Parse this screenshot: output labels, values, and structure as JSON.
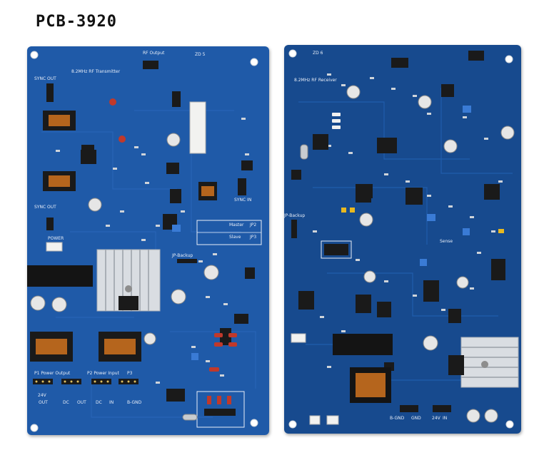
{
  "title": "PCB-3920",
  "colors": {
    "board": "#1f5aa8",
    "board_dark": "#174a8e",
    "silk": "#e8eef8",
    "smd": "#cfd4da",
    "chip": "#1a1a1a",
    "heatsink": "#d9dde2",
    "copper": "#b5651d",
    "cap_red": "#c0392b",
    "trim_blue": "#3a7bd5"
  },
  "boards": {
    "transmitter": {
      "header_text": "8.2MHz RF Transmitter",
      "rf_output": "RF Output",
      "code": "ZD 5",
      "sync_out": "SYNC OUT",
      "sync_in": "SYNC IN",
      "power": "POWER",
      "jp_backup": "JP-Backup",
      "master": "Master",
      "slave": "Slave",
      "jp2": "JP2",
      "jp3": "JP3",
      "power_output": "P1 Power Output",
      "power_input": "P2 Power Input",
      "p3": "P3",
      "out": "OUT",
      "dc": "DC",
      "in": "IN",
      "gnd": "B-GND",
      "v24": "24V"
    },
    "receiver": {
      "header_text": "8.2MHz RF Receiver",
      "code": "ZD 6",
      "jp_backup": "JP-Backup",
      "sense": "Sense",
      "gnd": "B-GND",
      "gnd2": "GND",
      "v24": "24V",
      "in": "IN"
    }
  }
}
